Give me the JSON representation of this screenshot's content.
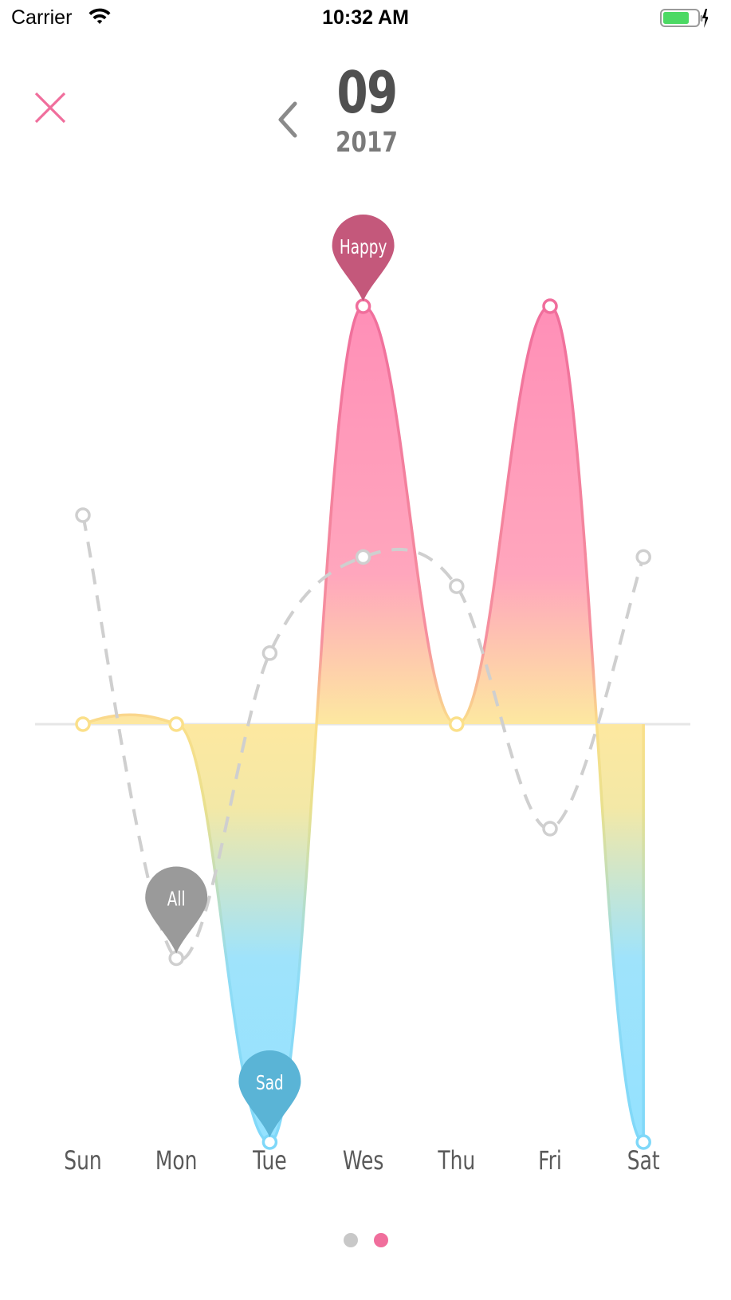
{
  "status_bar": {
    "carrier": "Carrier",
    "time": "10:32 AM",
    "wifi_icon": "wifi-icon",
    "battery_icon": "battery-charging-icon",
    "battery_color": "#4cd964"
  },
  "header": {
    "close_icon": "close-icon",
    "back_icon": "chevron-left-icon",
    "month": "09",
    "year": "2017"
  },
  "colors": {
    "accent": "#f06e9c",
    "happy_marker": "#c4587b",
    "sad_marker": "#5ab4d6",
    "all_marker": "#9a9a9a",
    "dashed_line": "#cfcfcf",
    "baseline": "#e6e6e6",
    "day_label": "#5a5a5a"
  },
  "chart_data": {
    "type": "area",
    "categories": [
      "Sun",
      "Mon",
      "Tue",
      "Wes",
      "Thu",
      "Fri",
      "Sat"
    ],
    "ylim": [
      -1,
      1
    ],
    "series": [
      {
        "name": "Happy",
        "style": "filled-area-gradient",
        "values": [
          0,
          0,
          -1,
          1,
          0,
          1,
          -1
        ]
      },
      {
        "name": "All",
        "style": "dashed-line",
        "values": [
          0.5,
          -0.56,
          0.17,
          0.4,
          0.33,
          -0.25,
          0.4
        ]
      }
    ],
    "markers": [
      {
        "label": "Happy",
        "series": "Happy",
        "category": "Wes"
      },
      {
        "label": "Sad",
        "series": "Happy",
        "category": "Tue"
      },
      {
        "label": "All",
        "series": "All",
        "category": "Mon"
      }
    ],
    "grid": false
  },
  "pagination": {
    "count": 2,
    "active": 1,
    "inactive_color": "#c8c8c8",
    "active_color": "#f06e9c"
  }
}
